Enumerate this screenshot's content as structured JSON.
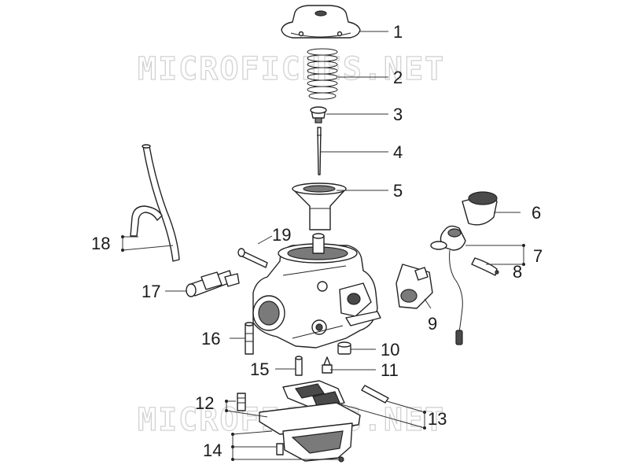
{
  "watermarks": [
    "MICROFICHES.NET",
    "MICROFICHES.NET"
  ],
  "callouts": {
    "c1": "1",
    "c2": "2",
    "c3": "3",
    "c4": "4",
    "c5": "5",
    "c6": "6",
    "c7": "7",
    "c8": "8",
    "c9": "9",
    "c10": "10",
    "c11": "11",
    "c12": "12",
    "c13": "13",
    "c14": "14",
    "c15": "15",
    "c16": "16",
    "c17": "17",
    "c18": "18",
    "c19": "19"
  }
}
